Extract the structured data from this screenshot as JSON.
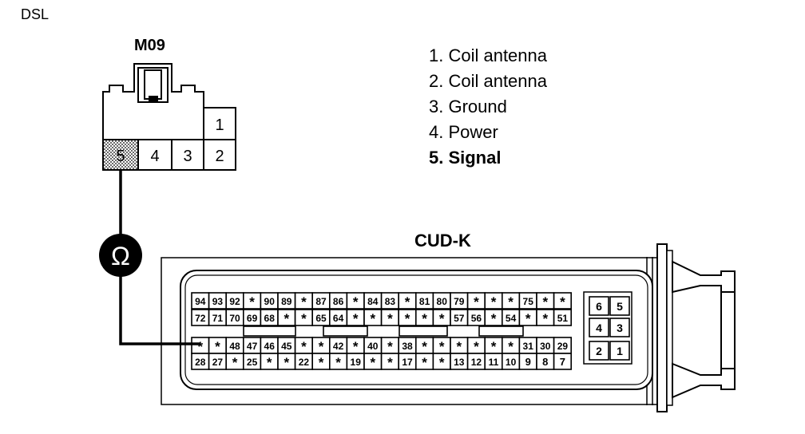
{
  "corner_label": "DSL",
  "connector_m09": {
    "name": "M09",
    "pins": [
      {
        "label": "1"
      },
      {
        "label": "2"
      },
      {
        "label": "3"
      },
      {
        "label": "4"
      },
      {
        "label": "5"
      }
    ]
  },
  "legend": [
    {
      "text": "1. Coil antenna",
      "bold": false
    },
    {
      "text": "2. Coil antenna",
      "bold": false
    },
    {
      "text": "3. Ground",
      "bold": false
    },
    {
      "text": "4. Power",
      "bold": false
    },
    {
      "text": "5. Signal",
      "bold": true
    }
  ],
  "meter_symbol": "Ω",
  "connector_cudk": {
    "name": "CUD-K",
    "rows": [
      [
        "94",
        "93",
        "92",
        "*",
        "90",
        "89",
        "*",
        "87",
        "86",
        "*",
        "84",
        "83",
        "*",
        "81",
        "80",
        "79",
        "*",
        "*",
        "*",
        "75",
        "*",
        "*"
      ],
      [
        "72",
        "71",
        "70",
        "69",
        "68",
        "*",
        "*",
        "65",
        "64",
        "*",
        "*",
        "*",
        "*",
        "*",
        "*",
        "57",
        "56",
        "*",
        "54",
        "*",
        "*",
        "51"
      ],
      [
        "*",
        "*",
        "48",
        "47",
        "46",
        "45",
        "*",
        "*",
        "42",
        "*",
        "40",
        "*",
        "38",
        "*",
        "*",
        "*",
        "*",
        "*",
        "*",
        "31",
        "30",
        "29"
      ],
      [
        "28",
        "27",
        "*",
        "25",
        "*",
        "*",
        "22",
        "*",
        "*",
        "19",
        "*",
        "*",
        "17",
        "*",
        "*",
        "13",
        "12",
        "11",
        "10",
        "9",
        "8",
        "7"
      ]
    ],
    "small_block": [
      [
        "6",
        "5"
      ],
      [
        "4",
        "3"
      ],
      [
        "2",
        "1"
      ]
    ]
  }
}
